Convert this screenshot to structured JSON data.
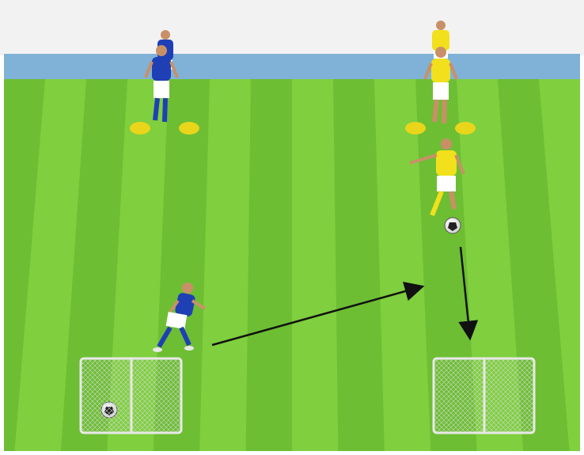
{
  "scene": {
    "type": "soccer-drill-diagram",
    "colors": {
      "sky": "#f2f2f2",
      "stand": "#7fb2d6",
      "grass_light": "#7fcf3e",
      "grass_dark": "#5fb02a",
      "blue_team": "#1f3fb5",
      "yellow_team": "#f2e01c",
      "cone": "#e9d51a",
      "arrow": "#111111",
      "goal_frame": "#e8e8e8"
    },
    "icons": {
      "player_blue": "player-blue-icon",
      "player_yellow": "player-yellow-icon",
      "ball": "soccer-ball-icon",
      "cone": "cone-icon",
      "goal": "mini-goal-icon"
    },
    "counts": {
      "blue_players": 3,
      "yellow_players": 3,
      "cones": 4,
      "balls": 2,
      "goals": 2,
      "arrows": 2
    }
  }
}
